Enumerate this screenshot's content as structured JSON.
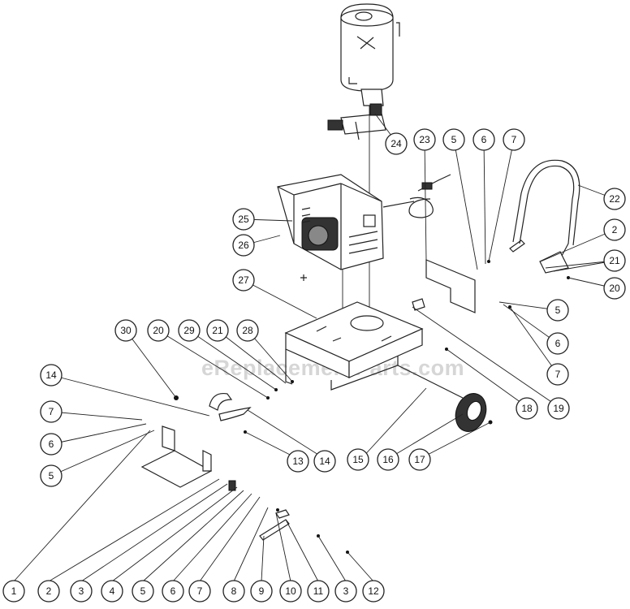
{
  "watermark": "eReplacementParts.com",
  "callouts": [
    "1",
    "2",
    "3",
    "4",
    "5",
    "6",
    "7",
    "8",
    "9",
    "10",
    "11",
    "3",
    "12",
    "5",
    "6",
    "7",
    "14",
    "30",
    "20",
    "29",
    "21",
    "28",
    "13",
    "14",
    "15",
    "16",
    "17",
    "18",
    "19",
    "24",
    "23",
    "5",
    "6",
    "7",
    "25",
    "26",
    "27",
    "22",
    "2",
    "21",
    "20",
    "5",
    "6",
    "7"
  ]
}
